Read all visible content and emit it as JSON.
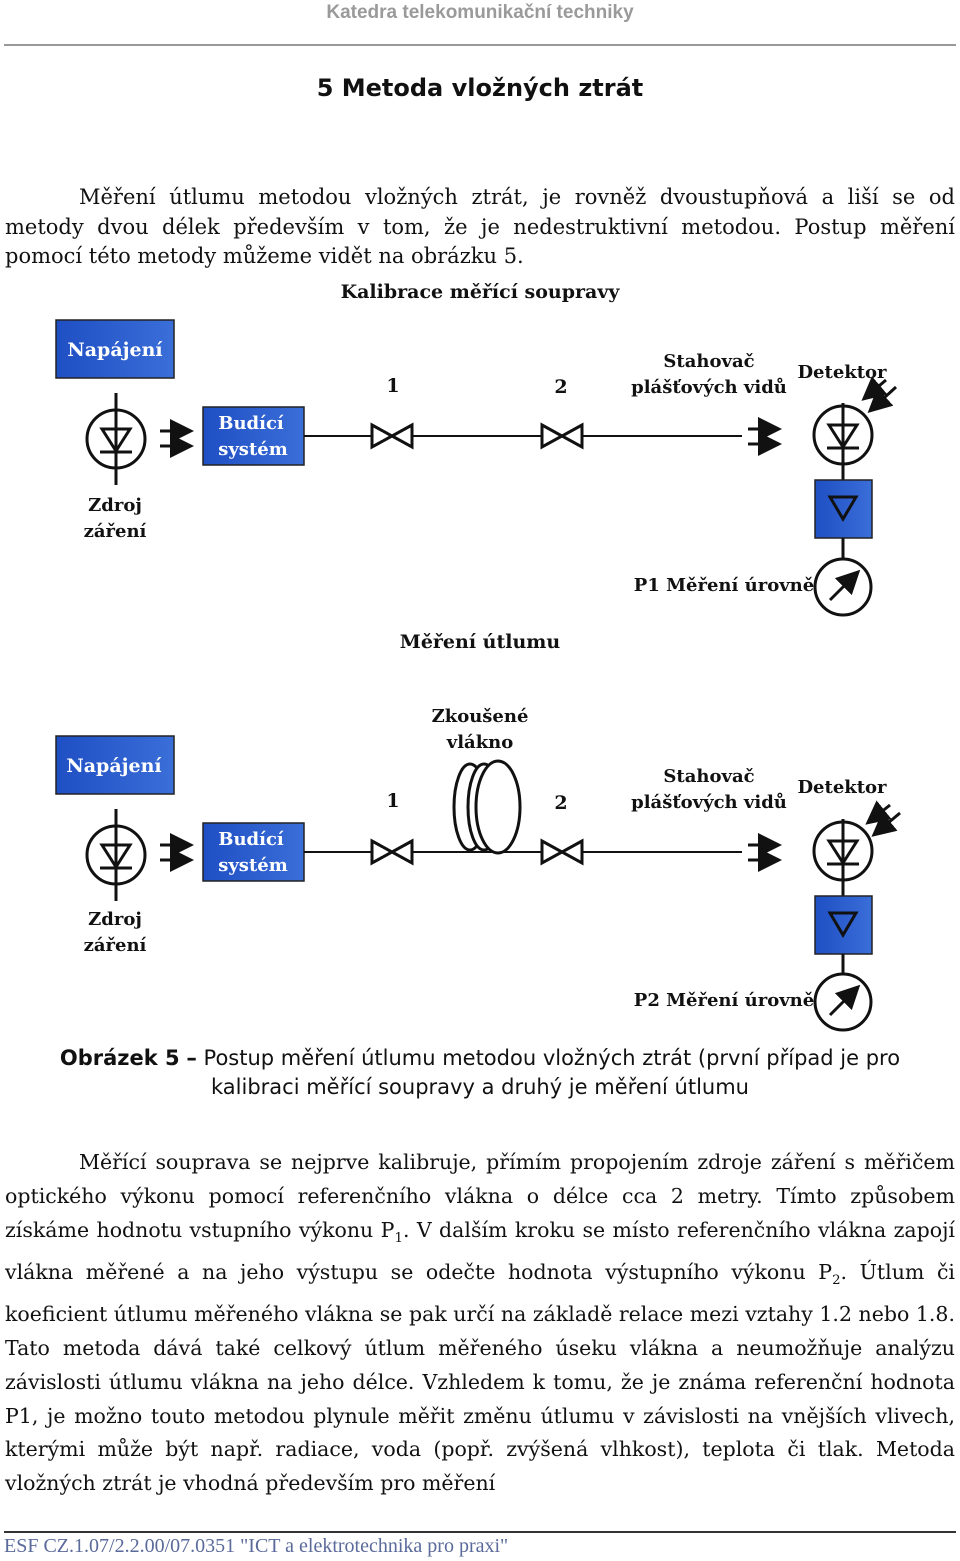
{
  "header": {
    "text": "Katedra telekomunikační techniky"
  },
  "title": "5   Metoda vložných ztrát",
  "paragraph1": "Měření útlumu metodou vložných ztrát, je rovněž dvoustupňová a liší se od metody dvou délek především v tom, že je nedestruktivní metodou. Postup měření pomocí této metody můžeme vidět na obrázku 5.",
  "diagram": {
    "calibration": {
      "title": "Kalibrace měřící soupravy",
      "power_label": "Napájení",
      "driver_label_1": "Budící",
      "driver_label_2": "systém",
      "source_label_1": "Zdroj",
      "source_label_2": "záření",
      "connector_1": "1",
      "connector_2": "2",
      "stripper_label_1": "Stahovač",
      "stripper_label_2": "plášťových vidů",
      "detector_label": "Detektor",
      "level_label": "P1 Měření úrovně"
    },
    "measurement": {
      "title": "Měření útlumu",
      "power_label": "Napájení",
      "driver_label_1": "Budící",
      "driver_label_2": "systém",
      "source_label_1": "Zdroj",
      "source_label_2": "záření",
      "fiber_label_1": "Zkoušené",
      "fiber_label_2": "vlákno",
      "connector_1": "1",
      "connector_2": "2",
      "stripper_label_1": "Stahovač",
      "stripper_label_2": "plášťových vidů",
      "detector_label": "Detektor",
      "level_label": "P2 Měření úrovně"
    },
    "colors": {
      "box_fill": "#1f4fc4",
      "box_text": "#ffffff"
    }
  },
  "caption": {
    "label": "Obrázek 5",
    "dash": "–",
    "text": "Postup měření útlumu metodou vložných ztrát (první případ je pro kalibraci měřící soupravy a druhý je měření útlumu"
  },
  "paragraph2": {
    "part1": "Měřící souprava se nejprve kalibruje, přímím propojením zdroje záření s měřičem optického výkonu pomocí referenčního vlákna o délce cca 2 metry. Tímto způsobem získáme hodnotu vstupního výkonu P",
    "sub1": "1",
    "part2": ". V dalším kroku se místo referenčního vlákna zapojí vlákna měřené a na jeho výstupu se odečte hodnota výstupního výkonu P",
    "sub2": "2",
    "part3": ". Útlum či koeficient útlumu měřeného vlákna se pak určí na základě relace mezi vztahy 1.2 nebo 1.8. Tato metoda dává také celkový útlum měřeného úseku vlákna a neumožňuje analýzu závislosti útlumu vlákna na jeho délce. Vzhledem k tomu, že je známa referenční hodnota P1, je možno touto metodou plynule měřit změnu útlumu v závislosti na vnějších vlivech, kterými může být např. radiace, voda (popř. zvýšená vlhkost), teplota či tlak. Metoda vložných ztrát je vhodná především pro měření"
  },
  "footer": {
    "text": "ESF CZ.1.07/2.2.00/07.0351 \"ICT a elektrotechnika pro praxi\""
  }
}
